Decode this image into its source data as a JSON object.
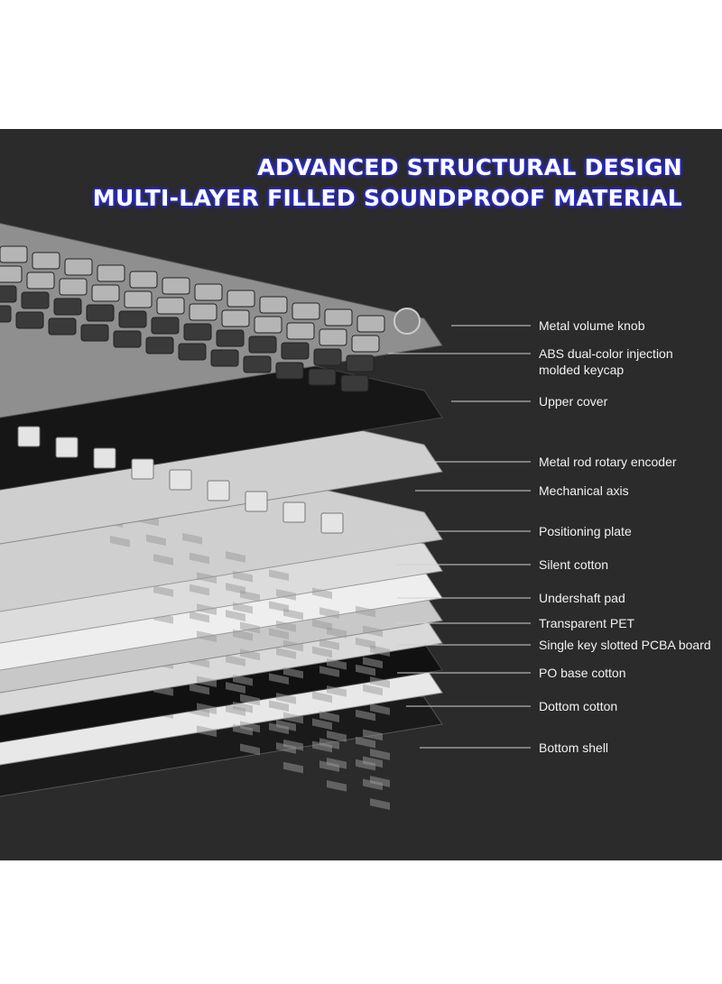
{
  "heading": {
    "line1": "ADVANCED STRUCTURAL DESIGN",
    "line2": "MULTI-LAYER FILLED SOUNDPROOF MATERIAL",
    "glow_color": "#2a2cff"
  },
  "colors": {
    "background": "#2b2b2b",
    "label_text": "#f2f2f2",
    "leader_line": "#d0d0d0"
  },
  "components": [
    {
      "label": "Metal volume knob"
    },
    {
      "label": "ABS dual-color injection",
      "label2": "molded keycap"
    },
    {
      "label": "Upper cover"
    },
    {
      "label": "Metal rod rotary encoder"
    },
    {
      "label": "Mechanical axis"
    },
    {
      "label": "Positioning plate"
    },
    {
      "label": "Silent cotton"
    },
    {
      "label": "Undershaft pad"
    },
    {
      "label": "Transparent PET"
    },
    {
      "label": "Single key slotted PCBA board"
    },
    {
      "label": "PO base cotton"
    },
    {
      "label": "Dottom cotton"
    },
    {
      "label": "Bottom shell"
    }
  ]
}
